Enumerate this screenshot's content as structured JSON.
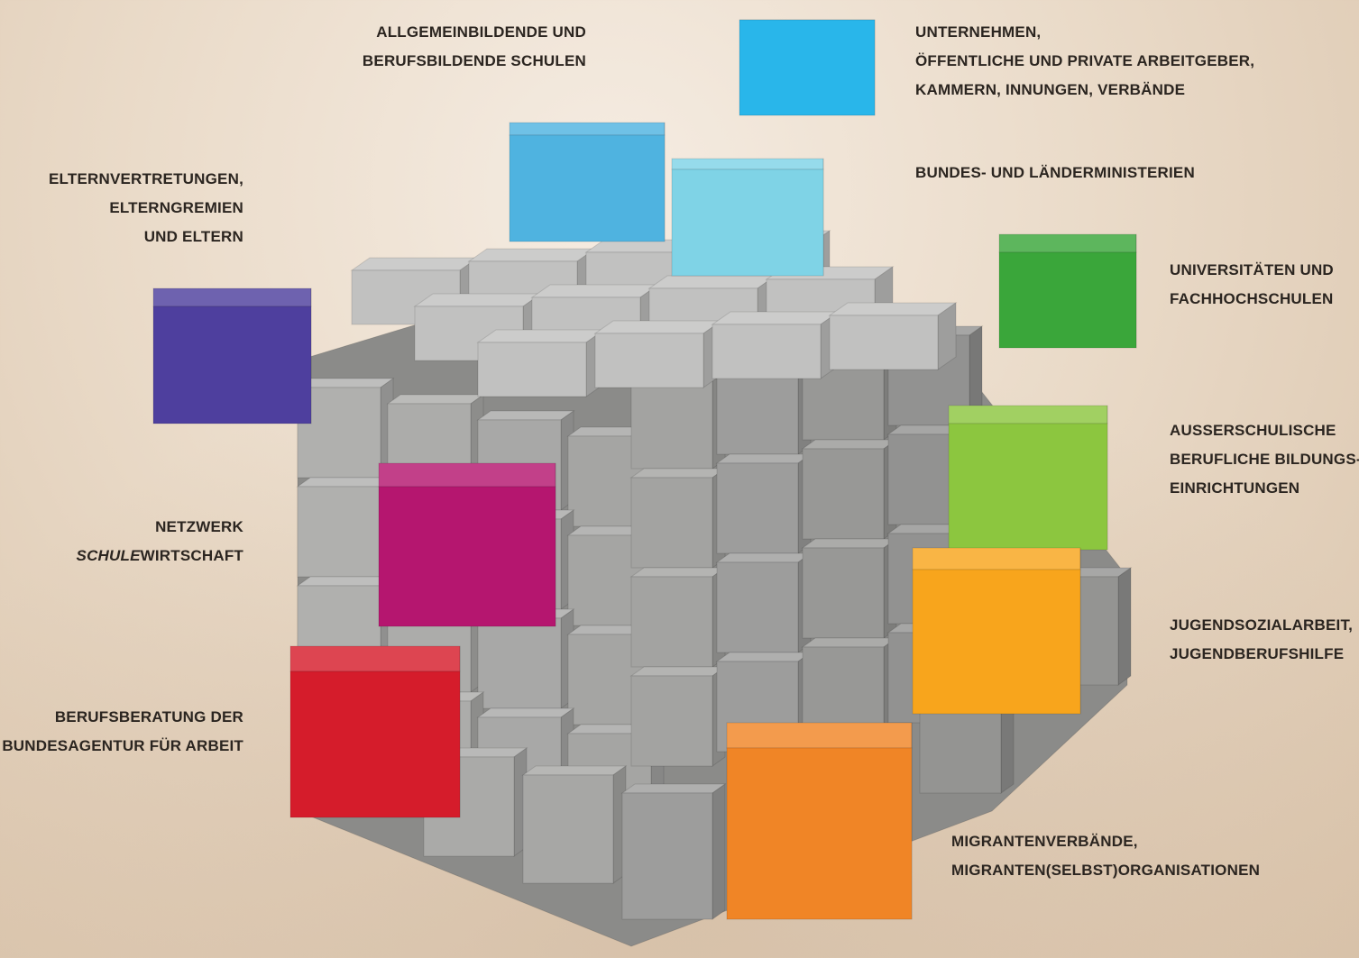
{
  "labels": {
    "schulen": [
      "ALLGEMEINBILDENDE UND",
      "BERUFSBILDENDE SCHULEN"
    ],
    "unternehmen": [
      "UNTERNEHMEN,",
      "ÖFFENTLICHE UND PRIVATE ARBEITGEBER,",
      "KAMMERN, INNUNGEN, VERBÄNDE"
    ],
    "ministerien": [
      "BUNDES- UND LÄNDERMINISTERIEN"
    ],
    "eltern": [
      "ELTERNVERTRETUNGEN,",
      "ELTERNGREMIEN",
      "UND ELTERN"
    ],
    "universitaeten": [
      "UNIVERSITÄTEN UND",
      "FACHHOCHSCHULEN"
    ],
    "ausserschulisch": [
      "AUSSERSCHULISCHE",
      "BERUFLICHE BILDUNGS-",
      "EINRICHTUNGEN"
    ],
    "netzwerk_line1": "NETZWERK",
    "netzwerk_italic": "SCHULE",
    "netzwerk_rest": "WIRTSCHAFT",
    "jugend": [
      "JUGENDSOZIALARBEIT,",
      "JUGENDBERUFSHILFE"
    ],
    "berufsberatung": [
      "BERUFSBERATUNG DER",
      "BUNDESAGENTUR FÜR ARBEIT"
    ],
    "migranten": [
      "MIGRANTENVERBÄNDE,",
      "MIGRANTEN(SELBST)ORGANISATIONEN"
    ]
  },
  "colors": {
    "cube_grey": "#b9b9b7",
    "schulen": "#4fb3e0",
    "unternehmen": "#29b6ea",
    "ministerien": "#7fd3e6",
    "eltern": "#4e3f9e",
    "universitaeten": "#3aa63a",
    "ausserschulisch": "#8cc63f",
    "netzwerk": "#b5166f",
    "jugend": "#f8a51c",
    "berufsberatung": "#d51c2b",
    "migranten": "#f08526"
  }
}
